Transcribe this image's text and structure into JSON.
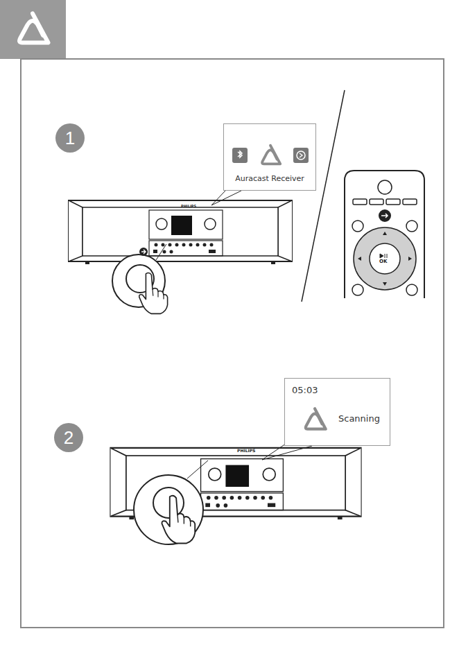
{
  "diagram": {
    "nodes": [
      {
        "text": [
          "1"
        ]
      },
      {
        "text": [
          "Auracast Receiver"
        ]
      },
      {
        "text": [
          "2"
        ]
      },
      {
        "text": [
          "05:03",
          "Scanning"
        ]
      }
    ],
    "labels": [
      "PHILIPS",
      "OK",
      "PHILIPS"
    ]
  }
}
